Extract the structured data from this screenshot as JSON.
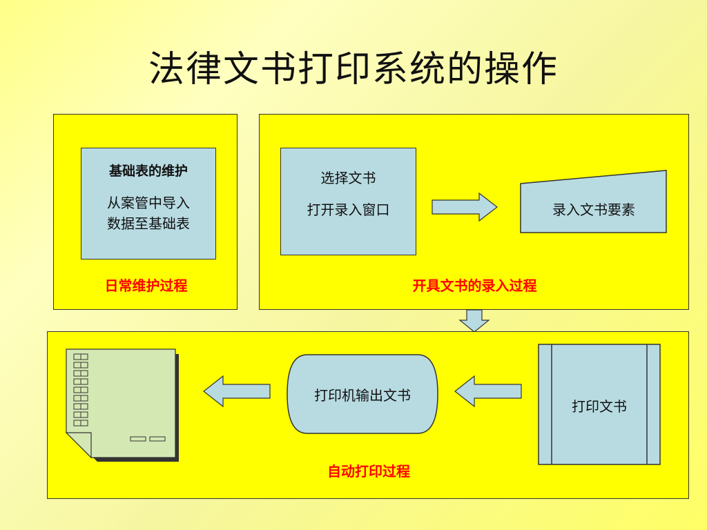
{
  "title": "法律文书打印系统的操作",
  "panels": {
    "daily": {
      "caption": "日常维护过程",
      "box": {
        "heading": "基础表的维护",
        "line1": "从案管中导入",
        "line2": "数据至基础表"
      }
    },
    "entry": {
      "caption": "开具文书的录入过程",
      "box1": {
        "line1": "选择文书",
        "line2": "打开录入窗口"
      },
      "box2": {
        "label": "录入文书要素"
      }
    },
    "print": {
      "caption": "自动打印过程",
      "print_doc": "打印文书",
      "printer_output": "打印机输出文书"
    }
  },
  "colors": {
    "panel": "#ffff00",
    "box_fill": "#b8dbe2",
    "caption": "#ff0000",
    "document_fill": "#d4e8b4"
  }
}
